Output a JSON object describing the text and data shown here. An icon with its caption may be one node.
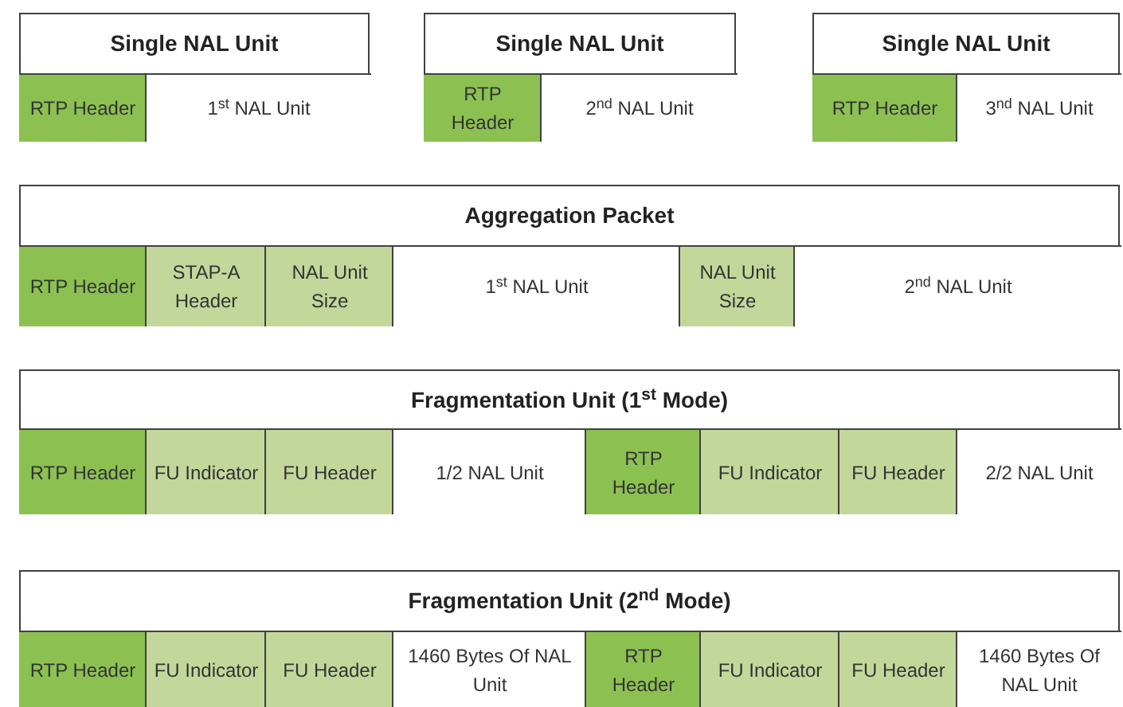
{
  "diagram": {
    "nodes": [
      {
        "text": [
          "Single NAL Unit"
        ]
      },
      {
        "text": [
          "RTP Header"
        ],
        "in": 0
      },
      {
        "text": [
          "1$^{st}$ NAL Unit"
        ],
        "in": 0
      },
      {
        "text": [
          "Single NAL Unit"
        ]
      },
      {
        "text": [
          "RTP Header"
        ],
        "in": 3
      },
      {
        "text": [
          "2$^{nd}$ NAL Unit"
        ],
        "in": 3
      },
      {
        "text": [
          "Single NAL Unit"
        ]
      },
      {
        "text": [
          "RTP Header"
        ],
        "in": 6
      },
      {
        "text": [
          "3$^{nd}$ NAL Unit"
        ],
        "in": 6
      },
      {
        "text": [
          "Aggregation Packet"
        ]
      },
      {
        "text": [
          "RTP Header"
        ],
        "in": 9
      },
      {
        "text": [
          "STAP-A Header"
        ],
        "in": 9
      },
      {
        "text": [
          "NAL Unit Size"
        ],
        "in": 9
      },
      {
        "text": [
          "1$^{st}$ NAL Unit"
        ],
        "in": 9
      },
      {
        "text": [
          "NAL Unit Size"
        ],
        "in": 9
      },
      {
        "text": [
          "2$^{nd}$ NAL Unit"
        ],
        "in": 9
      },
      {
        "text": [
          "Fragmentation Unit (1$^{st}$ Mode)"
        ]
      },
      {
        "text": [
          "RTP Header"
        ],
        "in": 16
      },
      {
        "text": [
          "FU Indicator"
        ],
        "in": 16
      },
      {
        "text": [
          "FU Header"
        ],
        "in": 16
      },
      {
        "text": [
          "1/2 NAL Unit"
        ],
        "in": 16
      },
      {
        "text": [
          "RTP Header"
        ],
        "in": 16
      },
      {
        "text": [
          "FU Indicator"
        ],
        "in": 16
      },
      {
        "text": [
          "FU Header"
        ],
        "in": 16
      },
      {
        "text": [
          "2/2 NAL Unit"
        ],
        "in": 16
      },
      {
        "text": [
          "Fragmentation Unit (2$^{nd}$ Mode)"
        ]
      },
      {
        "text": [
          "RTP Header"
        ],
        "in": 25
      },
      {
        "text": [
          "FU Indicator"
        ],
        "in": 25
      },
      {
        "text": [
          "FU Header"
        ],
        "in": 25
      },
      {
        "text": [
          "1460 Bytes Of NAL Unit"
        ],
        "in": 25
      },
      {
        "text": [
          "RTP Header"
        ],
        "in": 25
      },
      {
        "text": [
          "FU Indicator"
        ],
        "in": 25
      },
      {
        "text": [
          "FU Header"
        ],
        "in": 25
      },
      {
        "text": [
          "1460 Bytes Of NAL Unit"
        ],
        "in": 25
      }
    ]
  }
}
